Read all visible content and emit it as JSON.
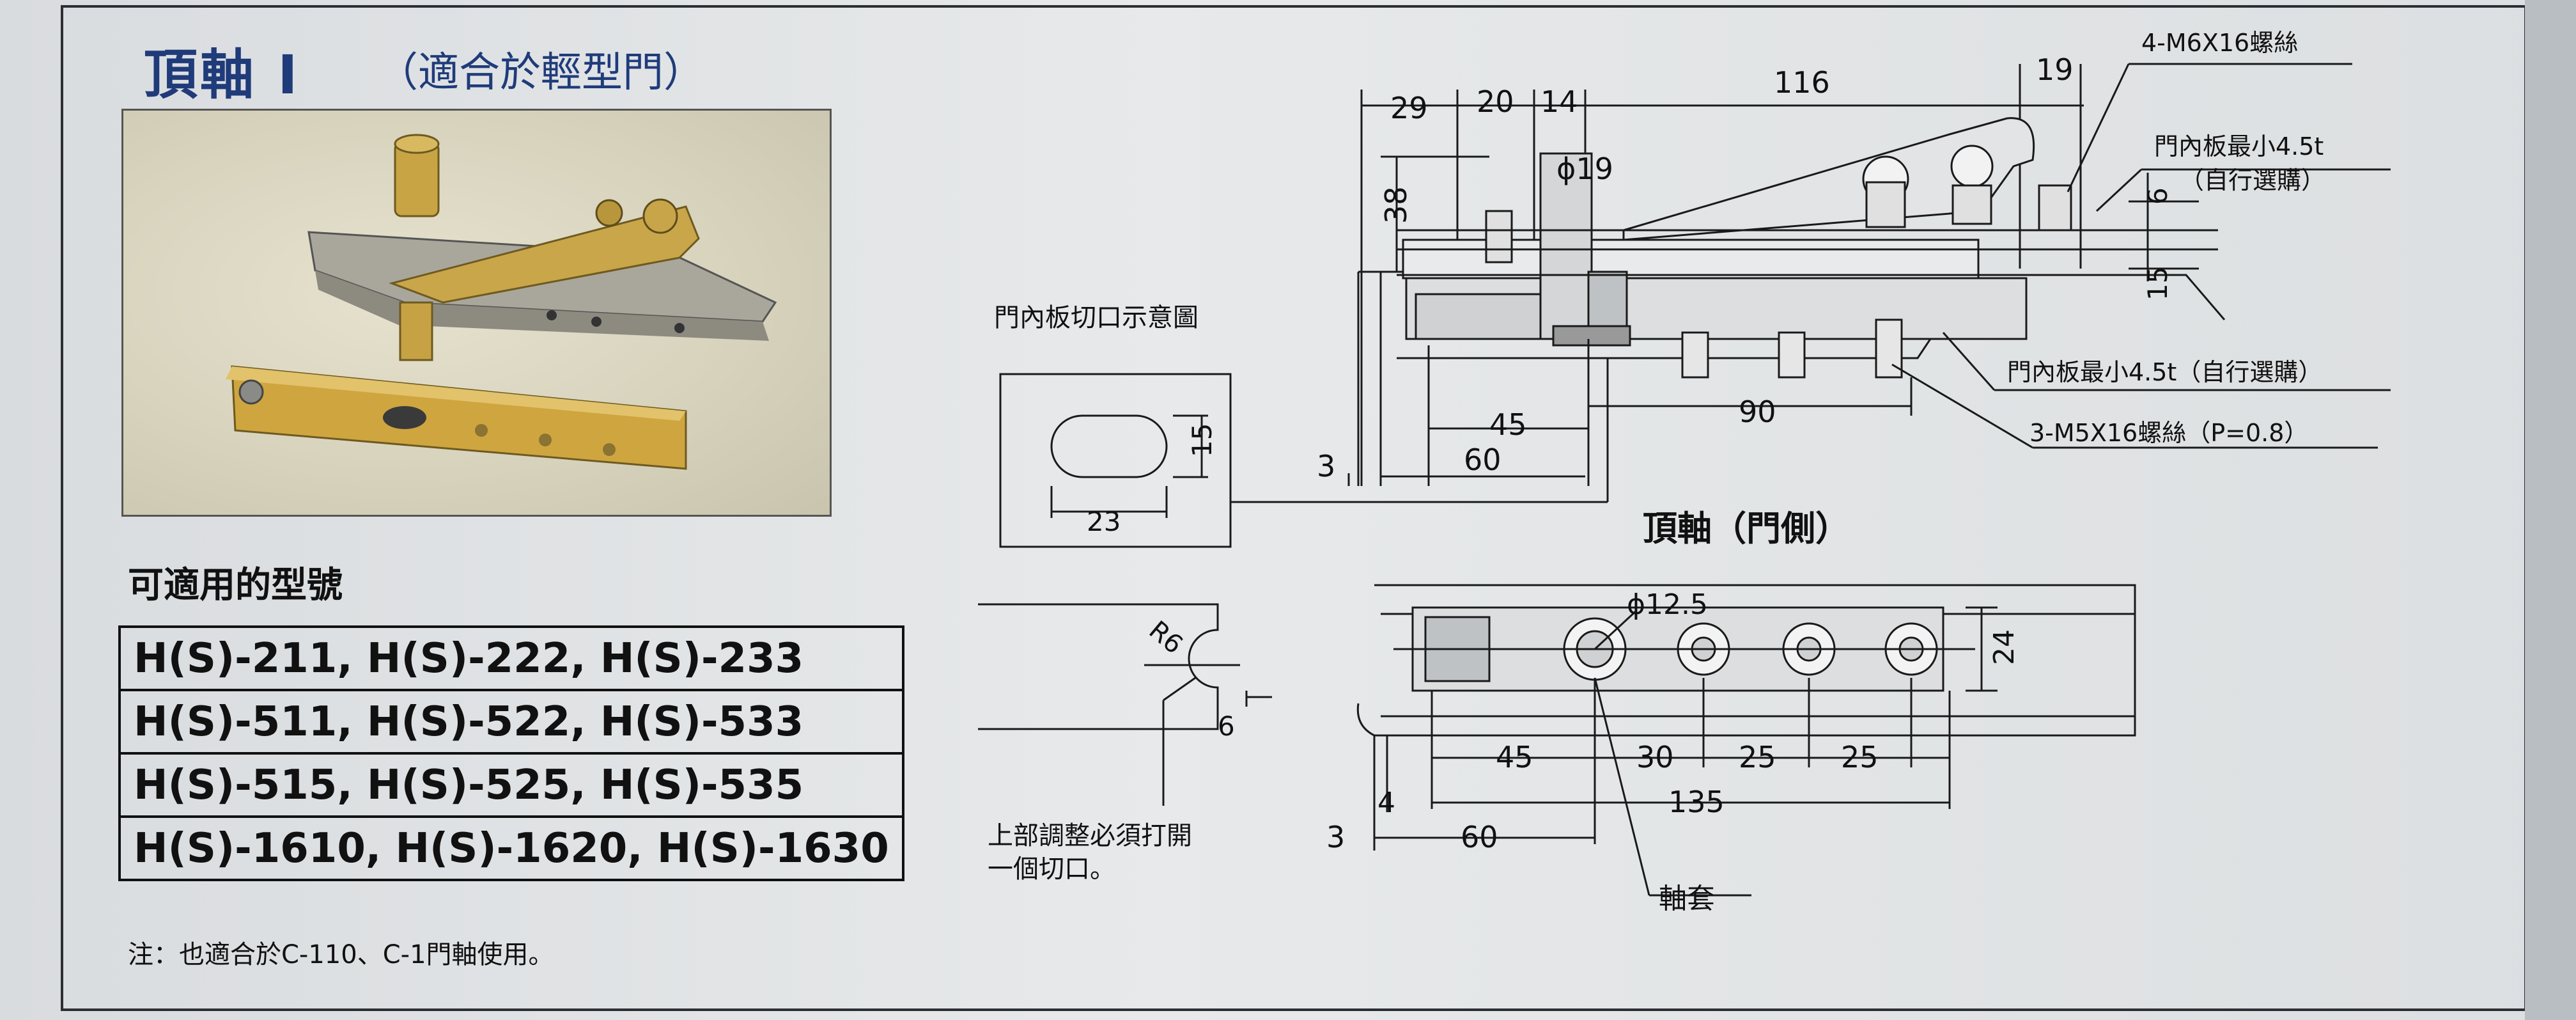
{
  "header": {
    "title": "頂軸 I",
    "subtitle": "（適合於輕型門）"
  },
  "models": {
    "heading": "可適用的型號",
    "rows": [
      "H(S)-211, H(S)-222, H(S)-233",
      "H(S)-511, H(S)-522, H(S)-533",
      "H(S)-515, H(S)-525, H(S)-535",
      "H(S)-1610, H(S)-1620, H(S)-1630"
    ]
  },
  "note": "注：也適合於C-110、C-1門軸使用。",
  "cutout_diagram": {
    "title": "門內板切口示意圖",
    "dim_height": "15",
    "dim_width": "23",
    "dim_radius": "R6",
    "dim_depth": "6",
    "caption_line1": "上部調整必須打開",
    "caption_line2": "一個切口。"
  },
  "side_view": {
    "dims_top": [
      "29",
      "20",
      "14",
      "116",
      "19"
    ],
    "dim_height": "38",
    "dim_diameter": "ϕ19",
    "dim_small_vertical": "6",
    "dim_small_vertical2": "15",
    "dims_bottom": [
      "45",
      "90",
      "60",
      "3"
    ],
    "callouts": {
      "screw_top": "4-M6X16螺絲",
      "plate_top_line1": "門內板最小4.5t",
      "plate_top_line2": "（自行選購）",
      "plate_bottom": "門內板最小4.5t（自行選購）",
      "screw_bottom": "3-M5X16螺絲（P=0.8）"
    }
  },
  "door_side_view": {
    "title": "頂軸（門側）",
    "dim_diameter": "ϕ12.5",
    "dim_width": "24",
    "dims_row1": [
      "45",
      "30",
      "25",
      "25"
    ],
    "dim_total": "135",
    "dim_small": "4",
    "dim_offset": "3",
    "dim_60": "60",
    "bushing_label": "軸套"
  }
}
